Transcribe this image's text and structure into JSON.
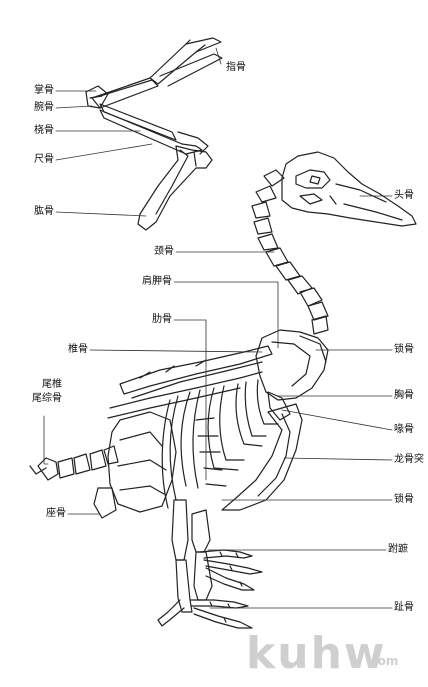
{
  "labels": {
    "zhigu": "指骨",
    "zhanggu": "掌骨",
    "wangu": "腕骨",
    "raogu": "桡骨",
    "chigu": "尺骨",
    "gonggu": "肱骨",
    "tougu": "头骨",
    "jinggu": "颈骨",
    "jianjiagu": "肩胛骨",
    "leigu": "肋骨",
    "zhuigu": "椎骨",
    "suogu_top": "锁骨",
    "weizhui": "尾椎",
    "weizonggu": "尾综骨",
    "xionggu": "胸骨",
    "huigu": "喙骨",
    "longgutu": "龙骨突",
    "suogu_bottom": "锁骨",
    "zuogu": "座骨",
    "fuzhi": "跗蹠",
    "zhigu_toe": "趾骨"
  },
  "watermark": {
    "brand": "kuhw",
    "suffix": ".com"
  }
}
